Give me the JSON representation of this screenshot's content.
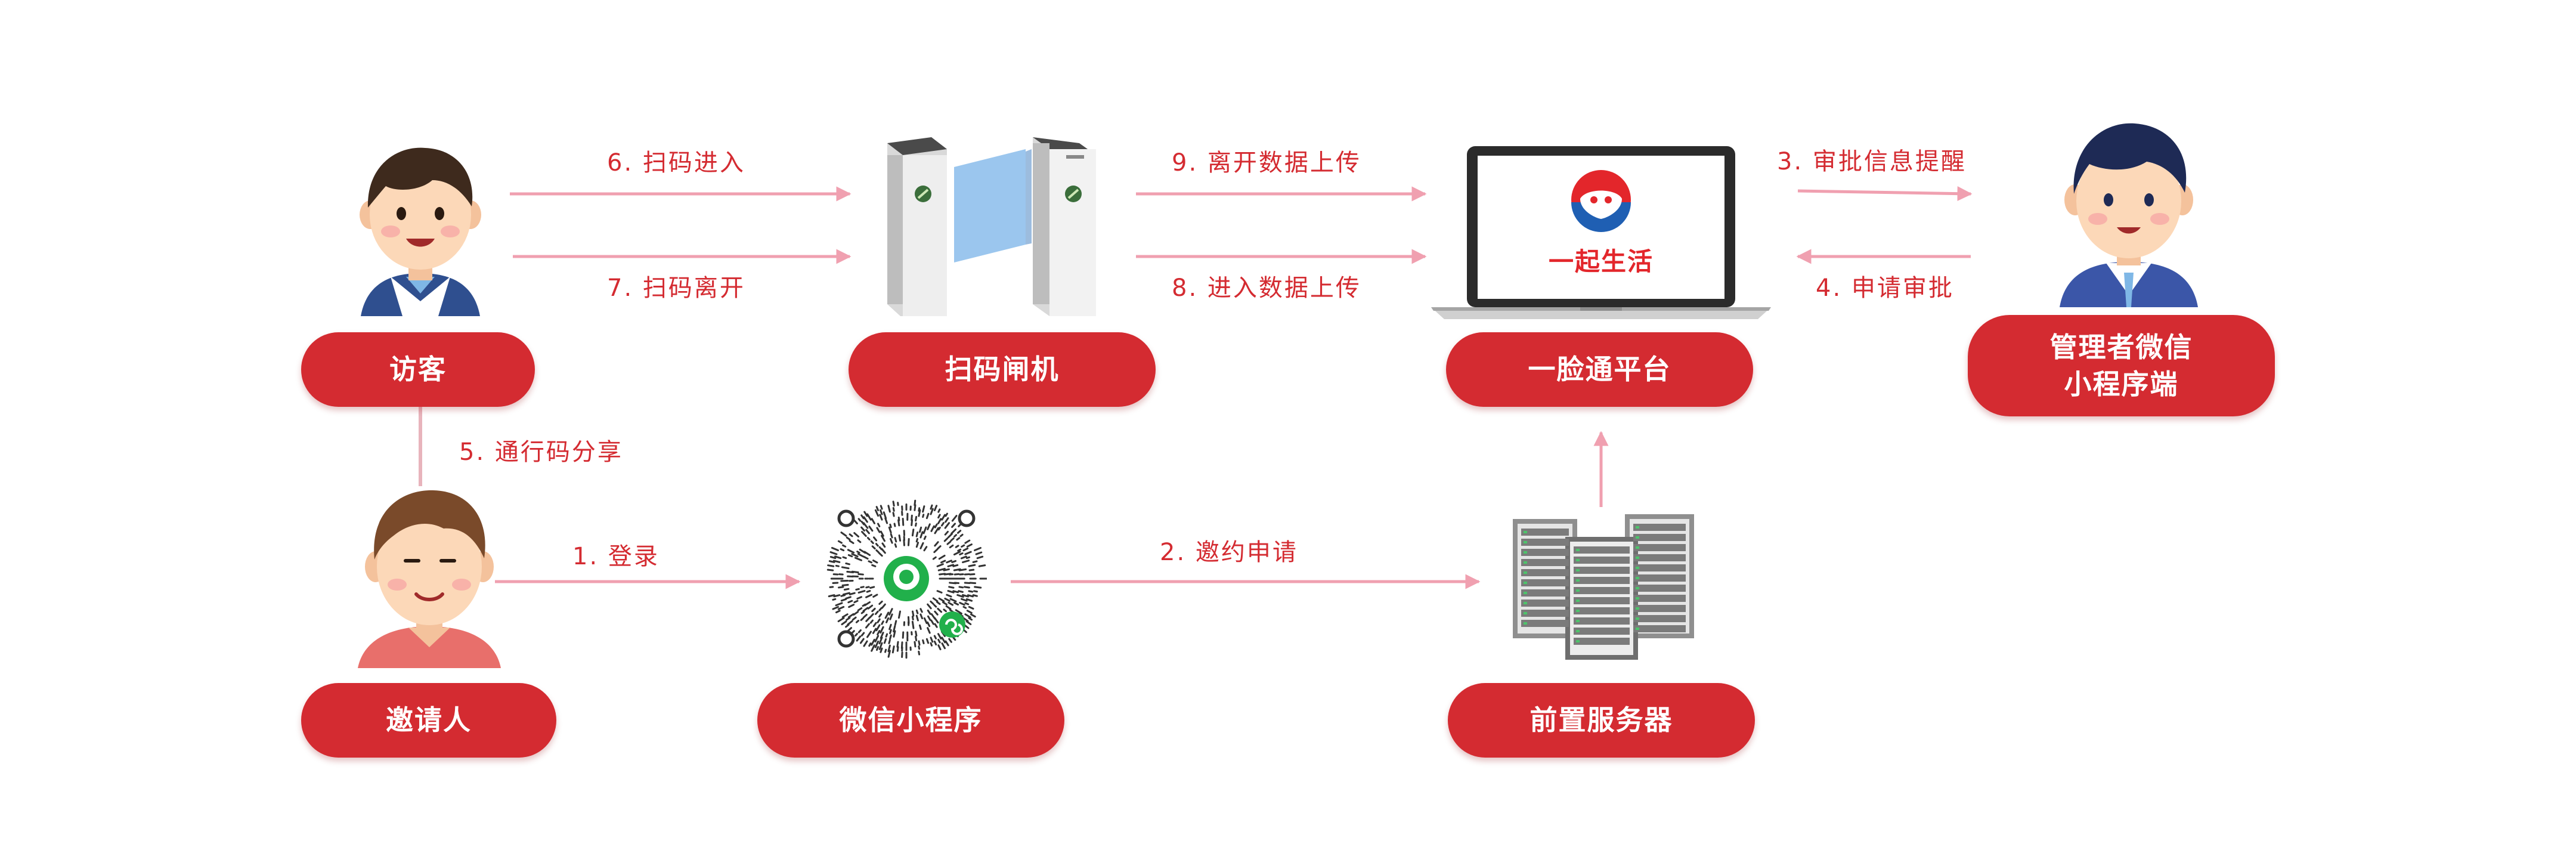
{
  "nodes": {
    "visitor": "访客",
    "gate": "扫码闸机",
    "platform": "一脸通平台",
    "admin": "管理者微信\n小程序端",
    "inviter": "邀请人",
    "miniprogram": "微信小程序",
    "server": "前置服务器"
  },
  "edges": {
    "e1": "1. 登录",
    "e2": "2. 邀约申请",
    "e3": "3. 审批信息提醒",
    "e4": "4. 申请审批",
    "e5": "5. 通行码分享",
    "e6": "6. 扫码进入",
    "e7": "7. 扫码离开",
    "e8": "8. 进入数据上传",
    "e9": "9. 离开数据上传"
  },
  "brand": {
    "logo_text": "一起生活"
  },
  "colors": {
    "primary_red": "#d42b31",
    "arrow_pink": "#f0a0b0",
    "line_pink": "#e8b4bc"
  },
  "icons": {
    "visitor": "boy-avatar-icon",
    "inviter": "young-man-avatar-icon",
    "admin": "manager-avatar-icon",
    "gate": "turnstile-gate-icon",
    "platform": "laptop-icon",
    "miniprogram": "qr-code-icon",
    "server": "server-rack-icon"
  }
}
